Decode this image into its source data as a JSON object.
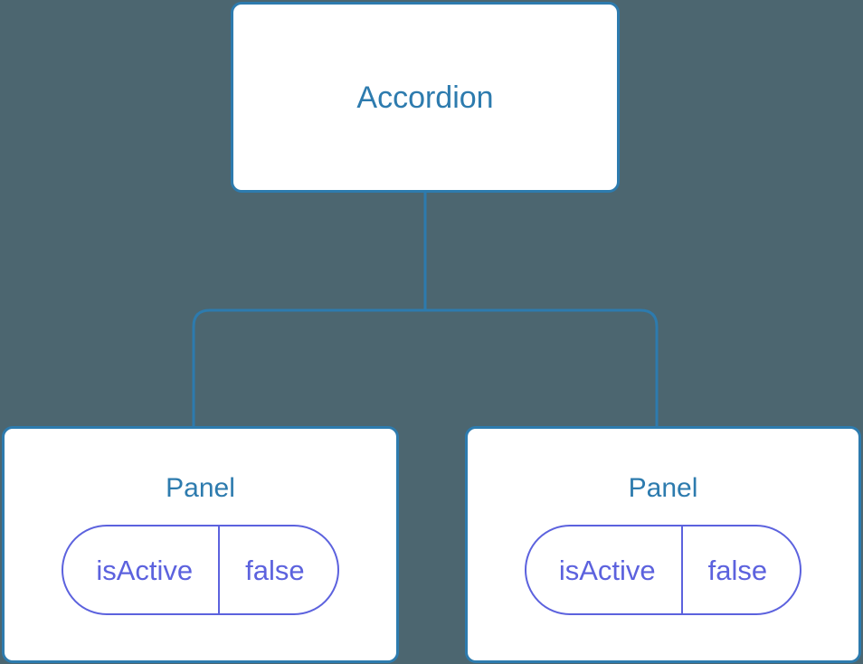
{
  "diagram": {
    "type": "component-tree",
    "background_color": "#4c6670",
    "node_fill": "#ffffff",
    "node_stroke": "#2d7bae",
    "title_color": "#2d7bae",
    "state_color": "#5c62de",
    "edge_color": "#2d7bae",
    "root": {
      "title": "Accordion"
    },
    "children": [
      {
        "title": "Panel",
        "state": {
          "key": "isActive",
          "value": "false"
        }
      },
      {
        "title": "Panel",
        "state": {
          "key": "isActive",
          "value": "false"
        }
      }
    ]
  }
}
